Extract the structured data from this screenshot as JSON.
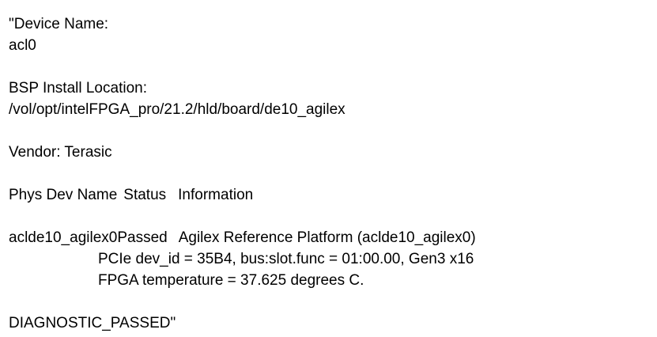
{
  "document": {
    "device_name_label": "\"Device Name:",
    "device_name_value": "acl0",
    "bsp_label": "BSP Install Location:",
    "bsp_value": "/vol/opt/intelFPGA_pro/21.2/hld/board/de10_agilex",
    "vendor_line": "Vendor: Terasic",
    "table_header": {
      "phys_dev_name": "Phys Dev Name",
      "status": "Status",
      "information": "Information"
    },
    "device_row": {
      "name_status": "aclde10_agilex0Passed",
      "info_line1": "Agilex Reference Platform (aclde10_agilex0)",
      "info_line2": "PCIe dev_id = 35B4, bus:slot.func = 01:00.00, Gen3 x16",
      "info_line3": "FPGA temperature = 37.625 degrees C."
    },
    "diagnostic": "DIAGNOSTIC_PASSED\""
  }
}
